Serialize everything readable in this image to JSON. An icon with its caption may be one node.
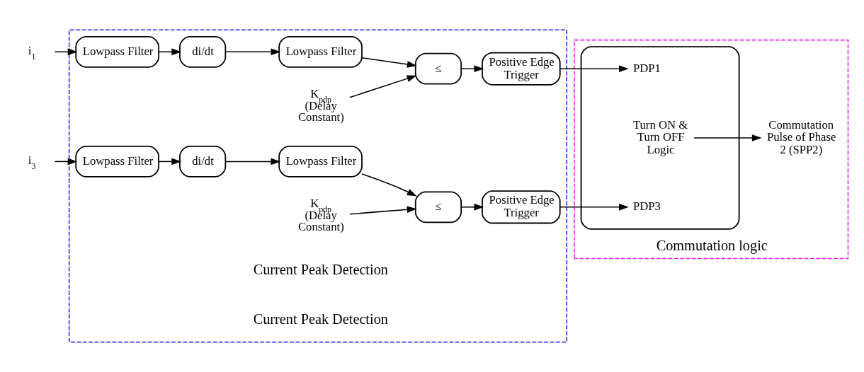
{
  "diagram": {
    "nodes": [
      {
        "text": [],
        "shape": "box"
      },
      {
        "text": [
          "Commutation logic"
        ]
      },
      {
        "text": [
          "i$_{1}$"
        ]
      },
      {
        "text": [
          "Lowpass Filter"
        ],
        "in": 0
      },
      {
        "text": [
          "di/dt"
        ],
        "in": 0
      },
      {
        "text": [
          "Lowpass Filter"
        ],
        "in": 0
      },
      {
        "text": [
          "K$_{pdp}$ (Delay Constant)"
        ],
        "in": 0
      },
      {
        "text": [
          "≤"
        ],
        "in": 0
      },
      {
        "text": [
          "Positive Edge Trigger"
        ],
        "in": 0
      },
      {
        "text": [
          "i$_{3}$"
        ]
      },
      {
        "text": [
          "Lowpass Filter"
        ],
        "in": 0
      },
      {
        "text": [
          "di/dt"
        ],
        "in": 0
      },
      {
        "text": [
          "Lowpass Filter"
        ],
        "in": 0
      },
      {
        "text": [
          "K$_{pdp}$ (Delay Constant)"
        ],
        "in": 0
      },
      {
        "text": [
          "≤"
        ],
        "in": 0
      },
      {
        "text": [
          "Positive Edge Trigger"
        ],
        "in": 0
      },
      {
        "text": [
          "PDP1",
          "Turn ON & Turn OFF Logic",
          "PDP3"
        ],
        "in": 1
      },
      {
        "text": [
          "Commutation Pulse of Phase 2 (SPP2)"
        ],
        "in": 1
      }
    ],
    "edges": [
      {
        "from": 2,
        "to": 3,
        "arrow": "to"
      },
      {
        "from": 3,
        "to": 4,
        "arrow": "to"
      },
      {
        "from": 4,
        "to": 5,
        "arrow": "to"
      },
      {
        "from": 5,
        "to": 7,
        "arrow": "to"
      },
      {
        "from": 6,
        "to": 7,
        "arrow": "to"
      },
      {
        "from": 7,
        "to": 8,
        "arrow": "to"
      },
      {
        "from": 8,
        "to": 16,
        "arrow": "to"
      },
      {
        "from": 9,
        "to": 10,
        "arrow": "to"
      },
      {
        "from": 10,
        "to": 11,
        "arrow": "to"
      },
      {
        "from": 11,
        "to": 12,
        "arrow": "to"
      },
      {
        "from": 12,
        "to": 14,
        "arrow": "to"
      },
      {
        "from": 13,
        "to": 14,
        "arrow": "to"
      },
      {
        "from": 14,
        "to": 15,
        "arrow": "to"
      },
      {
        "from": 15,
        "to": 16,
        "arrow": "to"
      },
      {
        "from": 16,
        "to": 17,
        "arrow": "to"
      }
    ],
    "labels": [
      "Current Peak Detection",
      "Current Peak Detection"
    ]
  }
}
